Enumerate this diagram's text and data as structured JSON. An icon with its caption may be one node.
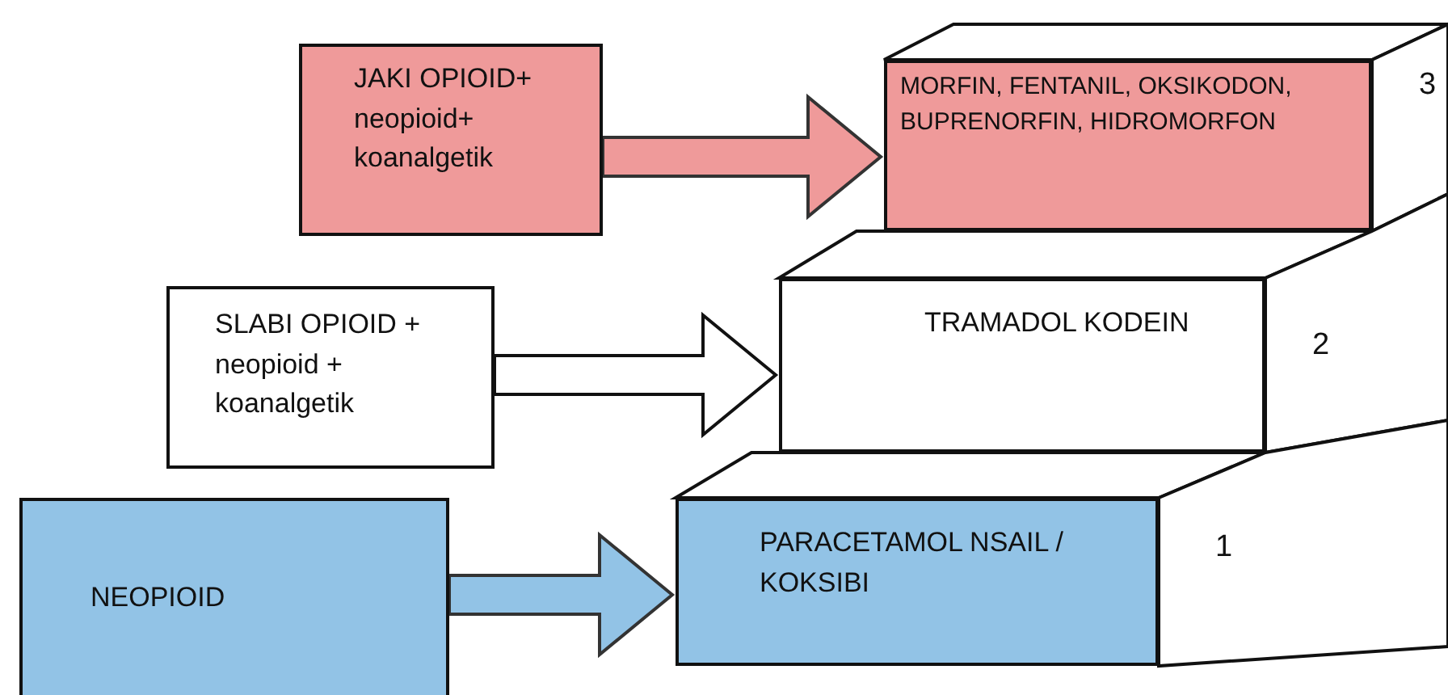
{
  "diagram": {
    "nodes": [
      {
        "text": [
          "JAKI OPIOID+ neopioid+ koanalgetik"
        ]
      },
      {
        "text": [
          "SLABI OPIOID + neopioid + koanalgetik"
        ]
      },
      {
        "text": [
          "NEOPIOID"
        ]
      },
      {
        "text": [
          "MORFIN, FENTANIL, OKSIKODON, BUPRENORFIN, HIDROMORFON"
        ]
      },
      {
        "text": [
          "TRAMADOL KODEIN"
        ]
      },
      {
        "text": [
          "PARACETAMOL NSAIL / KOKSIBI"
        ]
      }
    ],
    "edges": [
      {
        "from": 0,
        "to": 3,
        "arrow": "to",
        "color": "#ef9a9a"
      },
      {
        "from": 1,
        "to": 4,
        "arrow": "to"
      },
      {
        "from": 2,
        "to": 5,
        "arrow": "to",
        "color": "#92c3e6"
      }
    ],
    "labels": [
      "3",
      "2",
      "1"
    ]
  }
}
